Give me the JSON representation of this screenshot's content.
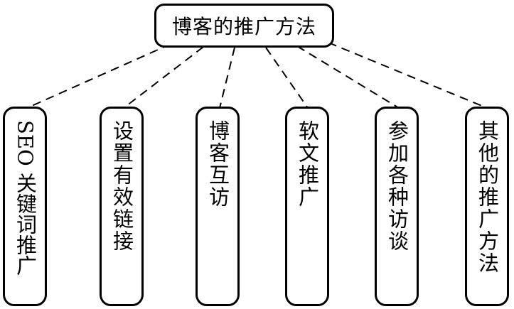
{
  "diagram": {
    "root": {
      "label": "博客的推广方法"
    },
    "children": [
      {
        "label": "SEO 关键词推广"
      },
      {
        "label": "设置有效链接"
      },
      {
        "label": "博客互访"
      },
      {
        "label": "软文推广"
      },
      {
        "label": "参加各种访谈"
      },
      {
        "label": "其他的推广方法"
      }
    ],
    "connector_style": "dashed",
    "colors": {
      "stroke": "#000000",
      "background": "#ffffff"
    }
  }
}
